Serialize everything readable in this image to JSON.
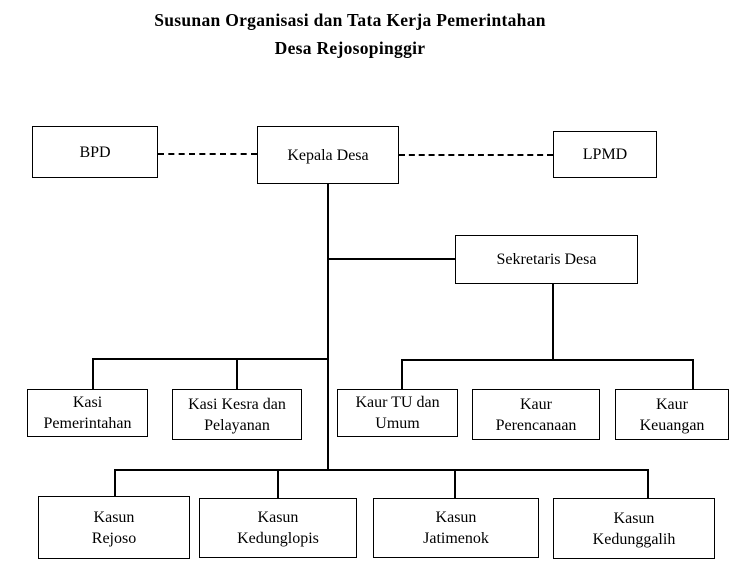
{
  "title": {
    "line1": "Susunan Organisasi dan Tata Kerja Pemerintahan",
    "line2": "Desa Rejosopinggir"
  },
  "nodes": {
    "bpd": "BPD",
    "kepala_desa": "Kepala Desa",
    "lpmd": "LPMD",
    "sekretaris_desa": "Sekretaris Desa",
    "kasi_pemerintahan": "Kasi\nPemerintahan",
    "kasi_kesra_pelayanan": "Kasi Kesra dan\nPelayanan",
    "kaur_tu_umum": "Kaur TU dan\nUmum",
    "kaur_perencanaan": "Kaur\nPerencanaan",
    "kaur_keuangan": "Kaur\nKeuangan",
    "kasun_rejoso": "Kasun\nRejoso",
    "kasun_kedunglopis": "Kasun\nKedunglopis",
    "kasun_jatimenok": "Kasun\nJatimenok",
    "kasun_kedunggalih": "Kasun\nKedunggalih"
  },
  "edges": [
    {
      "from": "BPD",
      "to": "Kepala Desa",
      "style": "dashed-coordination"
    },
    {
      "from": "Kepala Desa",
      "to": "LPMD",
      "style": "dashed-coordination"
    },
    {
      "from": "Kepala Desa",
      "to": "Sekretaris Desa",
      "style": "solid-hierarchy"
    },
    {
      "from": "Kepala Desa",
      "to": "Kasi Pemerintahan",
      "style": "solid-hierarchy"
    },
    {
      "from": "Kepala Desa",
      "to": "Kasi Kesra dan Pelayanan",
      "style": "solid-hierarchy"
    },
    {
      "from": "Sekretaris Desa",
      "to": "Kaur TU dan Umum",
      "style": "solid-hierarchy"
    },
    {
      "from": "Sekretaris Desa",
      "to": "Kaur Perencanaan",
      "style": "solid-hierarchy"
    },
    {
      "from": "Sekretaris Desa",
      "to": "Kaur Keuangan",
      "style": "solid-hierarchy"
    },
    {
      "from": "Kepala Desa",
      "to": "Kasun Rejoso",
      "style": "solid-hierarchy"
    },
    {
      "from": "Kepala Desa",
      "to": "Kasun Kedunglopis",
      "style": "solid-hierarchy"
    },
    {
      "from": "Kepala Desa",
      "to": "Kasun Jatimenok",
      "style": "solid-hierarchy"
    },
    {
      "from": "Kepala Desa",
      "to": "Kasun Kedunggalih",
      "style": "solid-hierarchy"
    }
  ],
  "colors": {
    "background": "#ffffff",
    "line": "#000000",
    "box_border": "#000000",
    "text": "#000000"
  }
}
